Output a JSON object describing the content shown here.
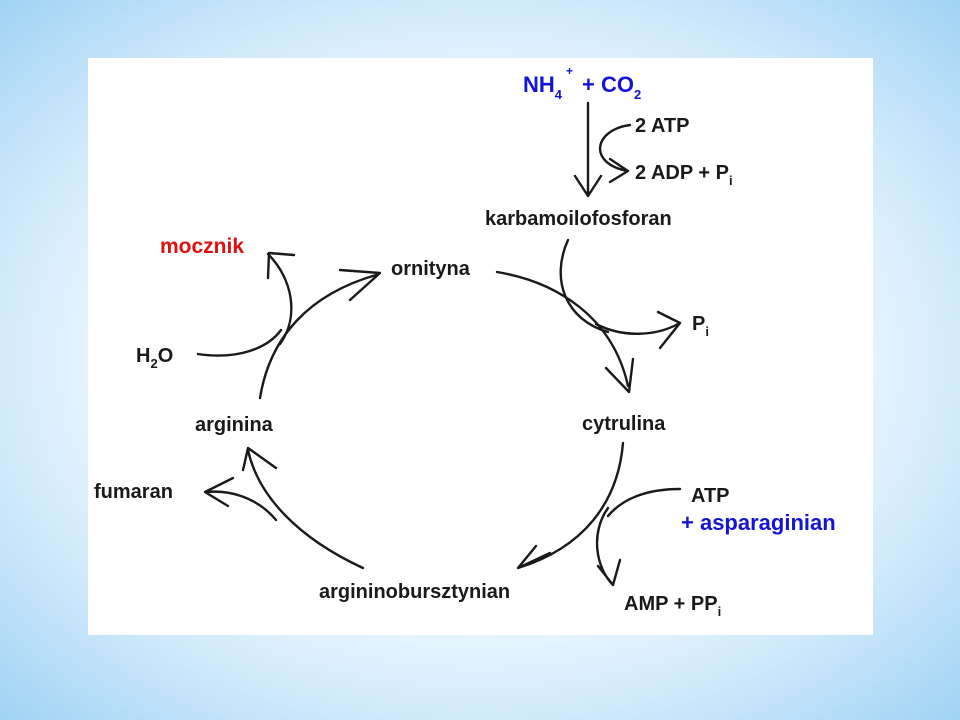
{
  "diagram": {
    "labels": {
      "nh4": "NH",
      "nh4_sub": "4",
      "nh4_sup": "+",
      "plus_co2": "+ CO",
      "co2_sub": "2",
      "atp2": "2 ATP",
      "adp2": "2 ADP + P",
      "adp2_sub": "i",
      "karbamoilofosforan": "karbamoilofosforan",
      "pi": "P",
      "pi_sub": "i",
      "cytrulina": "cytrulina",
      "atp": "ATP",
      "asparaginian": "+ asparaginian",
      "amp": "AMP + PP",
      "amp_sub": "i",
      "argininobursztynian": "argininobursztynian",
      "fumaran": "fumaran",
      "arginina": "arginina",
      "h2o_h": "H",
      "h2o_sub": "2",
      "h2o_o": "O",
      "mocznik": "mocznik",
      "ornityna": "ornityna"
    },
    "colors": {
      "accent_blue": "#1414d2",
      "accent_red": "#e01010",
      "line": "#1a1a1a"
    }
  }
}
